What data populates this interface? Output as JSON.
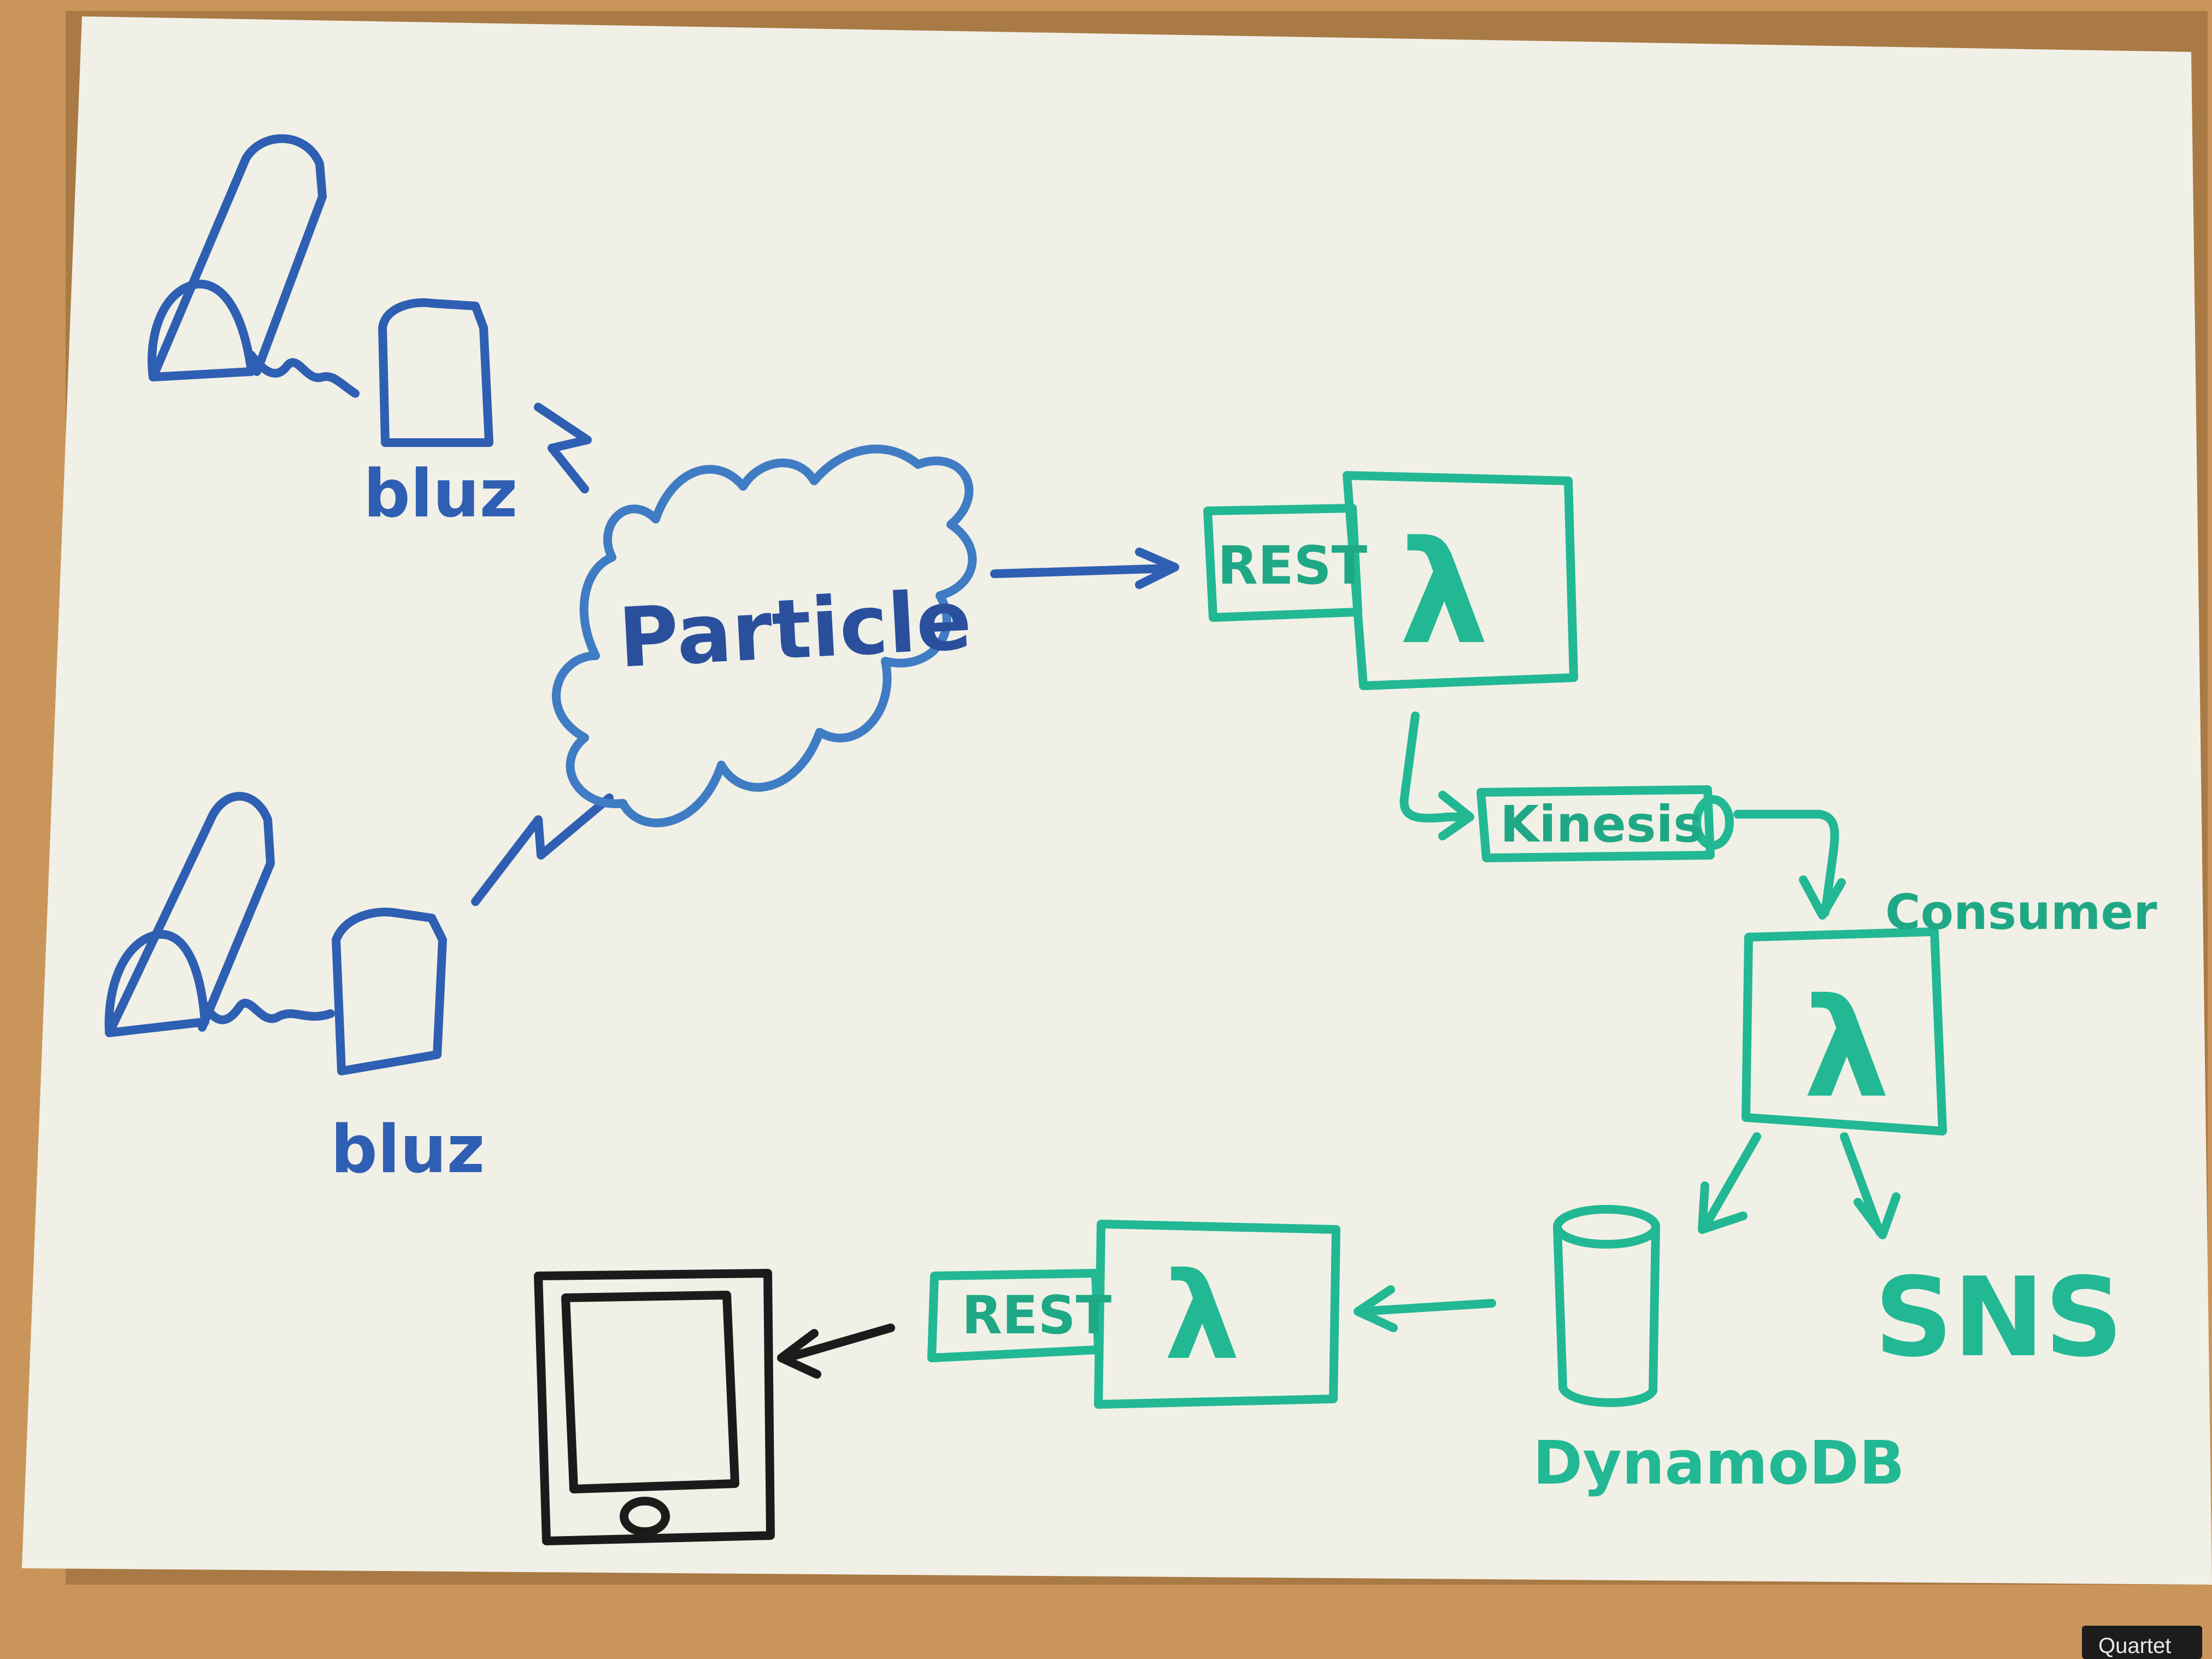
{
  "colors": {
    "frame": "#c9955a",
    "frame_shadow": "#a97a45",
    "board": "#f1f0e6",
    "blue_marker": "#2f5fb3",
    "cloud_marker": "#3f7cc4",
    "green_marker": "#22b894",
    "black_marker": "#1b1b1b",
    "badge_bg": "#1c1c1c",
    "badge_text": "#e8e8e8"
  },
  "labels": {
    "bluz_top": "bluz",
    "bluz_bottom": "bluz",
    "particle": "Particle",
    "rest_top": "REST",
    "lambda_top": "λ",
    "kinesis": "Kinesis",
    "consumer": "Consumer",
    "lambda_consumer": "λ",
    "sns": "SNS",
    "dynamodb": "DynamoDB",
    "lambda_bottom": "λ",
    "rest_bottom": "REST",
    "brand": "Quartet"
  }
}
